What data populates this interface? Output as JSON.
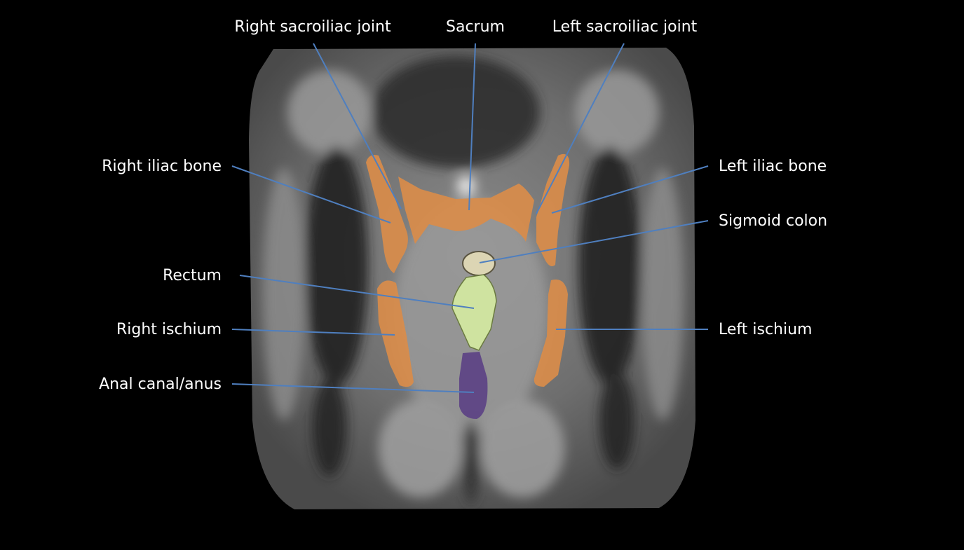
{
  "labels": {
    "right_sacroiliac_joint": "Right sacroiliac joint",
    "sacrum": "Sacrum",
    "left_sacroiliac_joint": "Left sacroiliac joint",
    "right_iliac_bone": "Right iliac bone",
    "left_iliac_bone": "Left iliac bone",
    "sigmoid_colon": "Sigmoid colon",
    "rectum": "Rectum",
    "right_ischium": "Right ischium",
    "left_ischium": "Left ischium",
    "anal_canal": "Anal canal/anus"
  },
  "colors": {
    "bone": "#d98c4a",
    "sigmoid": "#dcd5b4",
    "rectum": "#cfe3a0",
    "anus": "#5e4585",
    "leader": "#4f7fbf"
  }
}
